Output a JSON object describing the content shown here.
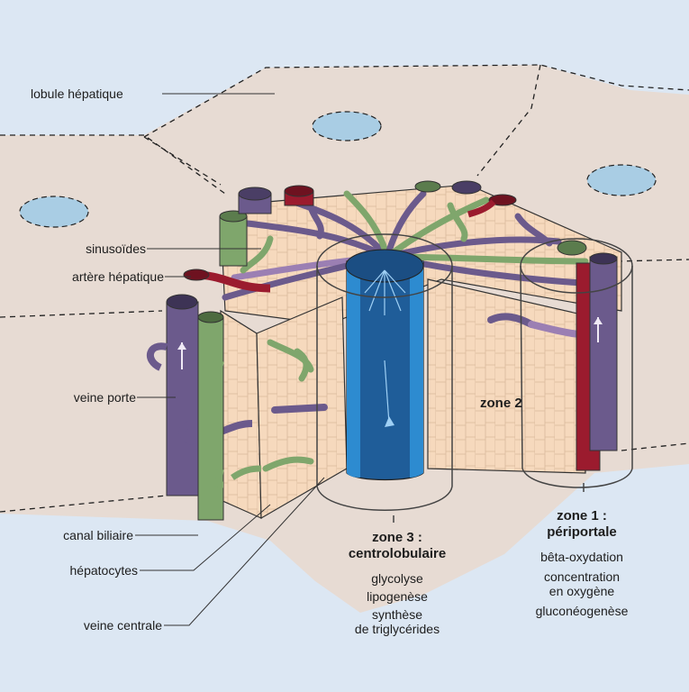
{
  "labels": {
    "lobule": "lobule hépatique",
    "sinusoides": "sinusoïdes",
    "artere": "artère hépatique",
    "veine_porte": "veine porte",
    "canal_biliaire": "canal biliaire",
    "hepatocytes": "hépatocytes",
    "veine_centrale": "veine centrale"
  },
  "zones": {
    "zone2": "zone 2",
    "zone3": {
      "title_line1": "zone 3 :",
      "title_line2": "centrolobulaire",
      "functions": [
        "glycolyse",
        "lipogenèse",
        "synthèse",
        "de triglycérides"
      ]
    },
    "zone1": {
      "title_line1": "zone 1 :",
      "title_line2": "périportale",
      "functions": [
        "bêta-oxydation",
        "concentration",
        "en oxygène",
        "gluconéogenèse"
      ]
    }
  },
  "colors": {
    "background_blue": "#dce7f3",
    "lobule_fill": "#e7dbd3",
    "hepatocyte_tissue": "#f6d9bd",
    "portal_vein": "#6b5a8c",
    "hepatic_artery": "#9b1b2e",
    "bile_duct": "#7fa66c",
    "central_vein": "#1f5d99",
    "central_vein_light": "#2d8bd0",
    "vessel_spot": "#a9cde4"
  }
}
